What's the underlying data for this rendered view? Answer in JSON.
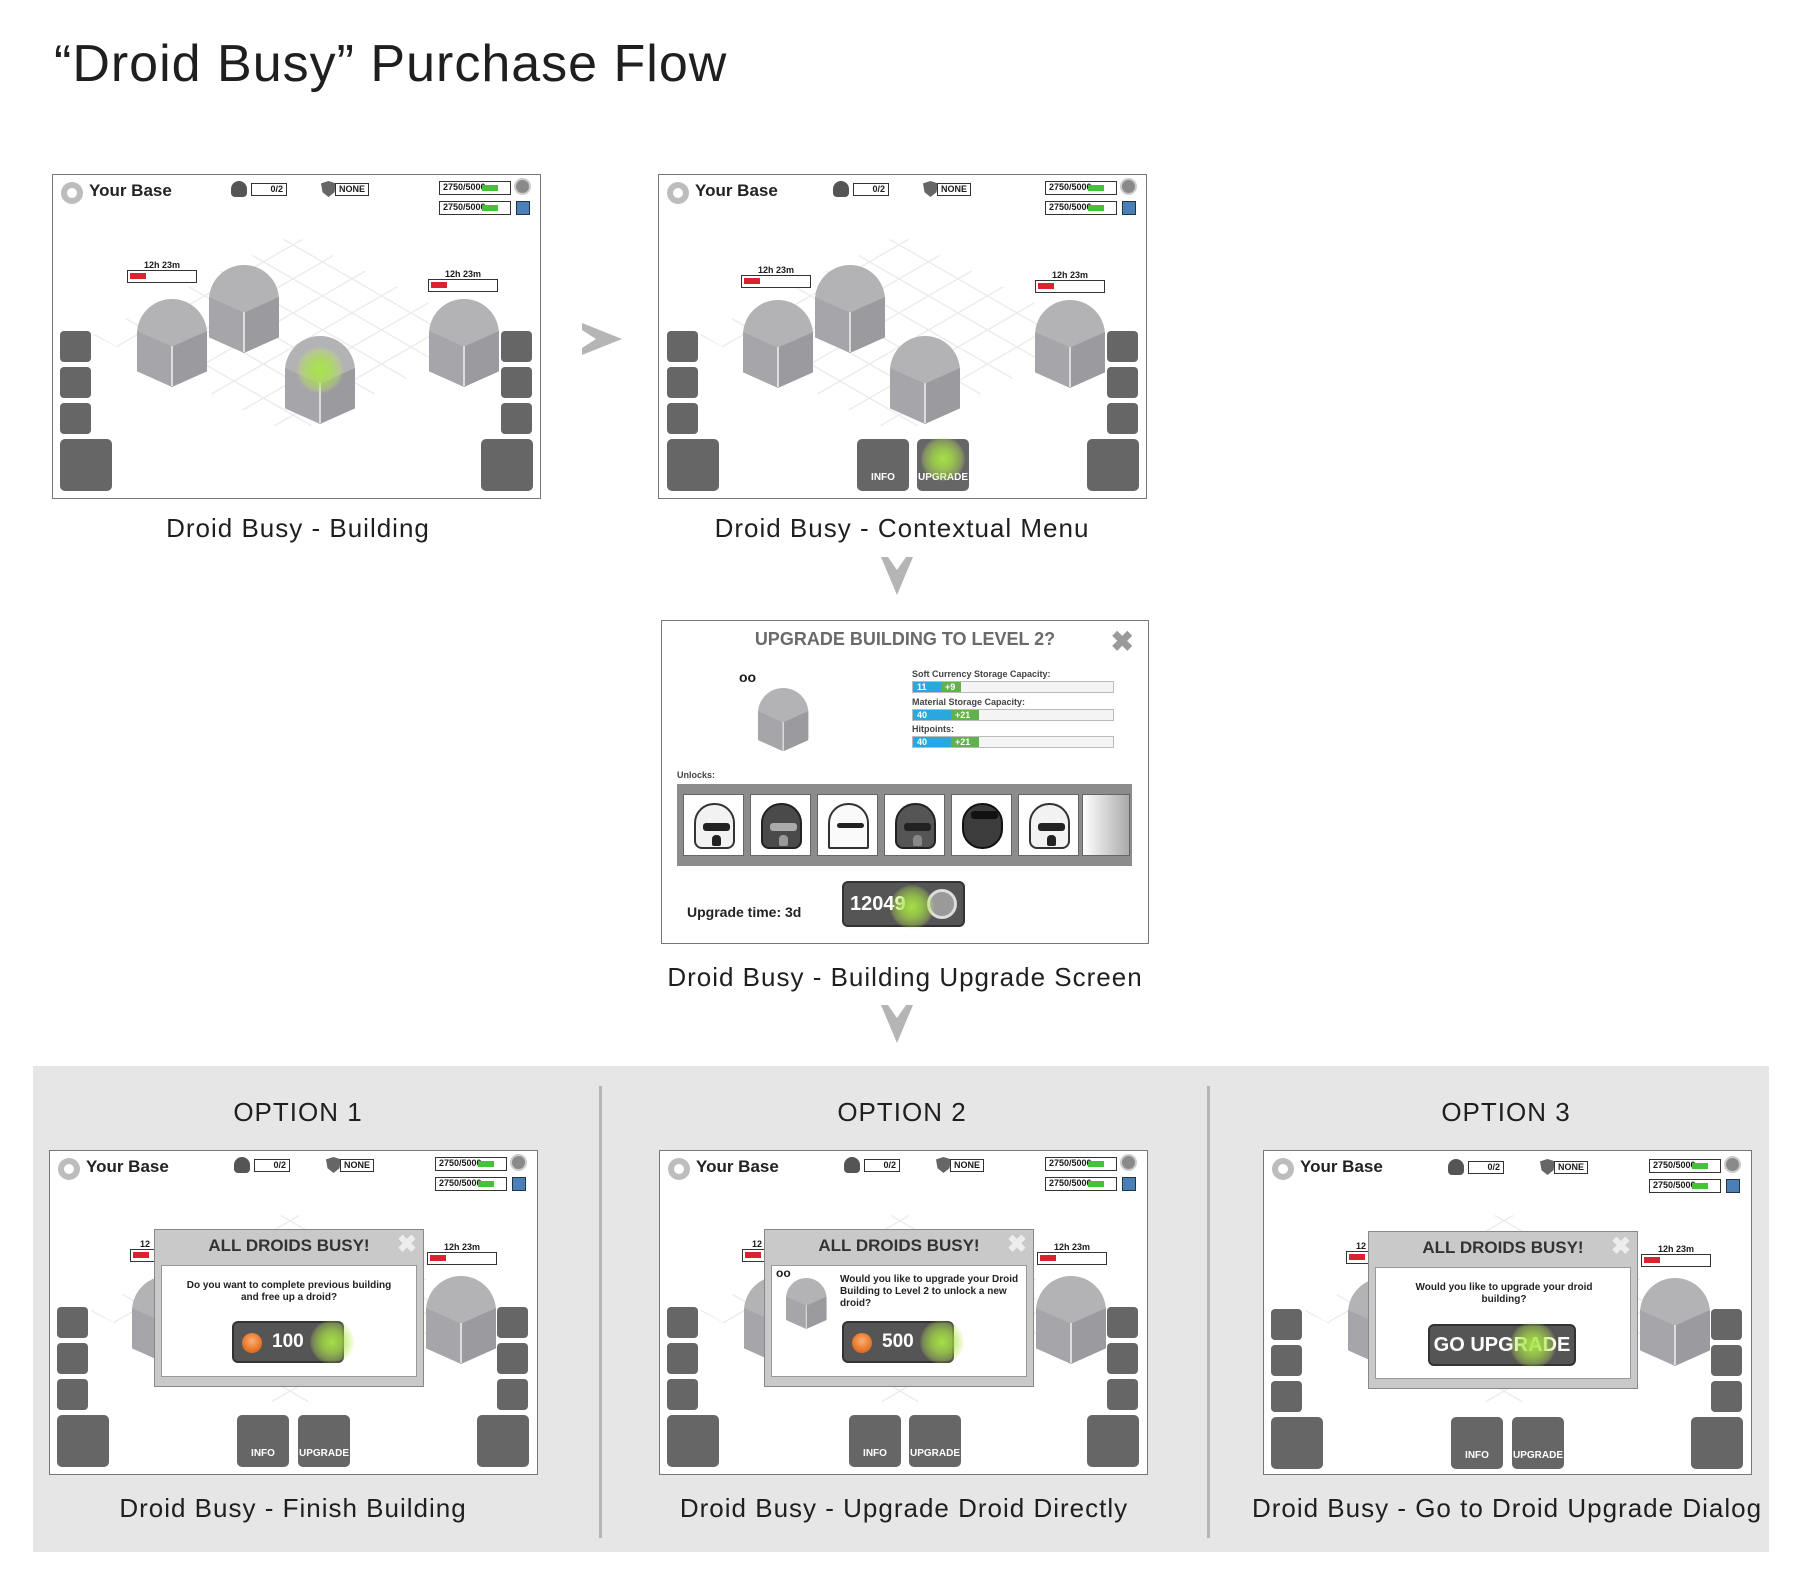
{
  "page_title": "“Droid Busy” Purchase Flow",
  "hud": {
    "title": "Your Base",
    "droids": "0/2",
    "shield": "NONE",
    "currency": "2750/5000",
    "material": "2750/5000",
    "timer": "12h 23m",
    "timer_short": "12",
    "info": "INFO",
    "upgrade": "UPGRADE"
  },
  "captions": {
    "building": "Droid Busy - Building",
    "contextual": "Droid Busy - Contextual Menu",
    "upgrade_screen": "Droid Busy - Building Upgrade Screen",
    "finish": "Droid Busy - Finish Building",
    "upgrade_direct": "Droid Busy - Upgrade Droid Directly",
    "go_dialog": "Droid Busy - Go to Droid Upgrade Dialog"
  },
  "upgrade_screen": {
    "title": "UPGRADE BUILDING TO LEVEL 2?",
    "close": "✖",
    "level_dots": "oo",
    "stats": [
      {
        "label": "Soft Currency Storage Capacity:",
        "base": "11",
        "bonus": "+9"
      },
      {
        "label": "Material Storage Capacity:",
        "base": "40",
        "bonus": "+21"
      },
      {
        "label": "Hitpoints:",
        "base": "40",
        "bonus": "+21"
      }
    ],
    "unlocks_label": "Unlocks:",
    "upgrade_time": "Upgrade time: 3d",
    "cost": "12049"
  },
  "options": [
    {
      "heading": "OPTION 1",
      "dialog_title": "ALL DROIDS BUSY!",
      "text": "Do you want to complete previous building and free up a droid?",
      "button": "100"
    },
    {
      "heading": "OPTION 2",
      "dialog_title": "ALL DROIDS BUSY!",
      "text": "Would you like to upgrade your Droid Building to Level 2 to unlock a new droid?",
      "button": "500",
      "dots": "oo"
    },
    {
      "heading": "OPTION 3",
      "dialog_title": "ALL DROIDS BUSY!",
      "text": "Would you like to upgrade your droid building?",
      "button": "GO UPGRADE"
    }
  ],
  "colors": {
    "accent_green": "#44c23a",
    "timer_red": "#d9232e",
    "stat_blue": "#2aa7e0",
    "stat_green": "#5fb34a",
    "gem_orange": "#ea7a2c",
    "panel_gray": "#e6e6e6"
  },
  "icons": [
    "empire-icon",
    "droid-icon",
    "shield-icon",
    "coin-icon",
    "material-cube-icon",
    "close-icon",
    "gem-icon",
    "helmet-icon",
    "lock-icon",
    "tap-indicator-icon"
  ]
}
